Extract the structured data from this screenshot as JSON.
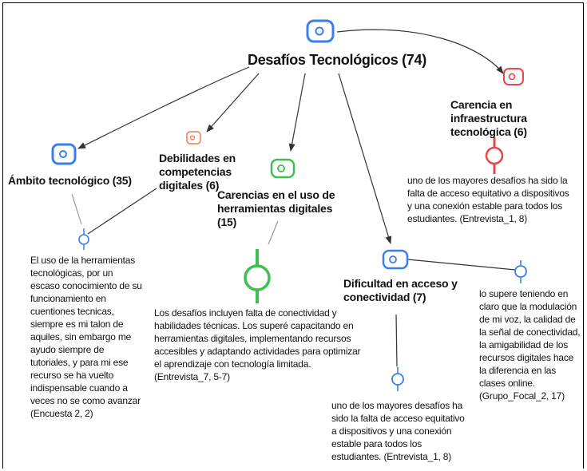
{
  "diagram": {
    "main_node": {
      "label": "Desafíos Tecnológicos (74)",
      "icon": "code-icon",
      "color": "#3a7ff0"
    },
    "codes": [
      {
        "id": "ambito",
        "label": "Ámbito tecnológico (35)",
        "color": "#3a7ff0"
      },
      {
        "id": "debilidades",
        "label": "Debilidades en competencias digitales (6)",
        "color": "#f07a4e"
      },
      {
        "id": "carencias_uso",
        "label": "Carencias en el uso de herramientas digitales (15)",
        "color": "#3fbf4f"
      },
      {
        "id": "carencia_infra",
        "label": "Carencia en infraestructura tecnológica (6)",
        "color": "#e8474a"
      },
      {
        "id": "dificultad",
        "label": "Dificultad en acceso y conectividad (7)",
        "color": "#3a7ff0"
      }
    ],
    "quotes": [
      {
        "id": "q1",
        "text": "El uso de la herramientas tecnológicas, por un escaso conocimiento de su funcionamiento en cuentiones tecnicas, siempre es mi talon de aquiles, sin embargo me ayudo siempre de tutoriales, y para mi ese recurso se ha vuelto indispensable cuando a veces no se como avanzar (Encuesta 2, 2)"
      },
      {
        "id": "q2",
        "text": "Los desafíos incluyen falta de conectividad y habilidades técnicas. Los superé capacitando en herramientas digitales, implementando recursos accesibles y adaptando actividades para optimizar el aprendizaje con tecnología limitada. (Entrevista_7, 5-7)"
      },
      {
        "id": "q3",
        "text": "uno de los mayores desafíos ha sido la falta de acceso equitativo a dispositivos y una conexión estable para todos los estudiantes. (Entrevista_1, 8)"
      },
      {
        "id": "q4",
        "text": "uno de los mayores desafíos ha sido la falta de acceso equitativo a dispositivos y una conexión estable para todos los estudiantes. (Entrevista_1, 8)"
      },
      {
        "id": "q5",
        "text": "lo supere teniendo en claro que la modulación de mi voz, la calidad de la señal de conectividad, la amigabilidad de los recursos digitales hace la diferencia en las clases online. (Grupo_Focal_2, 17)"
      }
    ]
  }
}
